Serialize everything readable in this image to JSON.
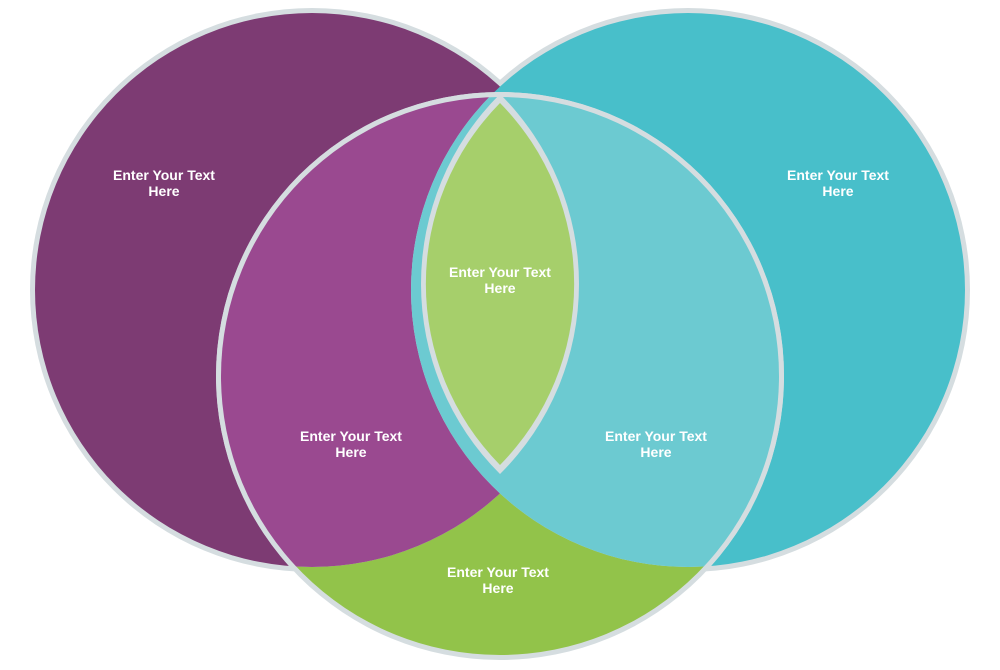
{
  "diagram": {
    "colors": {
      "border": "#d5dde0",
      "left_circle": "#7d3b73",
      "right_circle": "#48bfca",
      "left_overlap": "#9a4990",
      "right_overlap": "#6ccad1",
      "bottom_segment": "#92c34a",
      "center_lens": "#a6cf6b"
    },
    "labels": {
      "left": "Enter Your Text\nHere",
      "right": "Enter Your Text\nHere",
      "center": "Enter Your Text\nHere",
      "left_overlap": "Enter Your Text\nHere",
      "right_overlap": "Enter Your Text\nHere",
      "bottom": "Enter Your Text\nHere"
    }
  }
}
